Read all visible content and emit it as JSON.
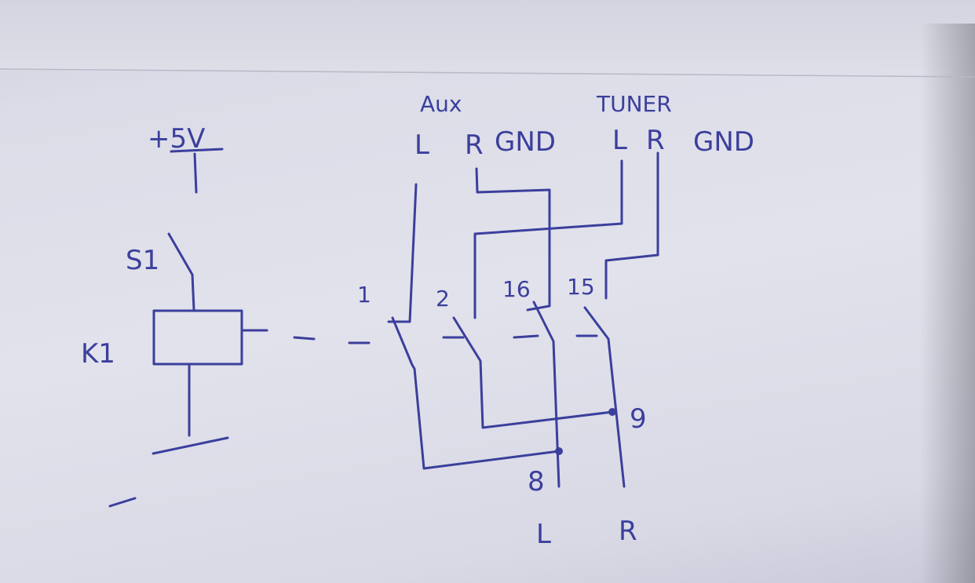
{
  "ink_color": "#3b3f9c",
  "supply": {
    "label": "+5V",
    "minus": "-"
  },
  "switch": {
    "label": "S1"
  },
  "relay": {
    "label": "K1"
  },
  "aux": {
    "title": "Aux",
    "pins": [
      "L",
      "R",
      "GND"
    ]
  },
  "tuner": {
    "title": "TUNER",
    "pins": [
      "L",
      "R",
      "GND"
    ]
  },
  "relay_pins": [
    "1",
    "2",
    "16",
    "15",
    "9",
    "8"
  ],
  "outputs": [
    "L",
    "R"
  ]
}
